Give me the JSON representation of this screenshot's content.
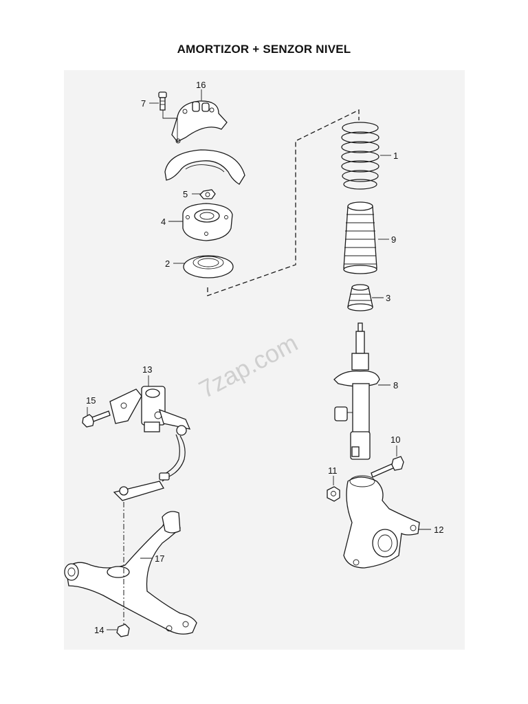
{
  "title": "AMORTIZOR + SENZOR NIVEL",
  "watermark": "7zap.com",
  "callouts": {
    "p1": "1",
    "p2": "2",
    "p3": "3",
    "p4": "4",
    "p5": "5",
    "p7": "7",
    "p8": "8",
    "p9": "9",
    "p10": "10",
    "p11": "11",
    "p12": "12",
    "p13": "13",
    "p14": "14",
    "p15": "15",
    "p16": "16",
    "p17": "17"
  }
}
